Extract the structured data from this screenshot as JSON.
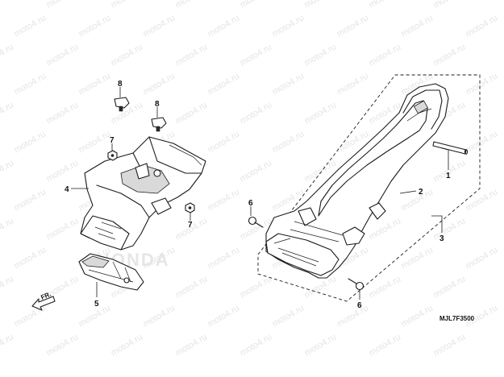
{
  "diagram": {
    "callouts": {
      "c1": "1",
      "c2": "2",
      "c3": "3",
      "c4": "4",
      "c5": "5",
      "c6a": "6",
      "c6b": "6",
      "c7a": "7",
      "c7b": "7",
      "c8a": "8",
      "c8b": "8"
    },
    "direction_label": "FR.",
    "diagram_code": "MJL7F3500",
    "watermark_text": "moto4.ru",
    "background_brand": "HONDA"
  },
  "colors": {
    "ink": "#1a1a1a",
    "watermark": "#cfcfcf",
    "shade": "#d9d9d9"
  },
  "icons": {
    "direction": "arrow-left-icon"
  }
}
